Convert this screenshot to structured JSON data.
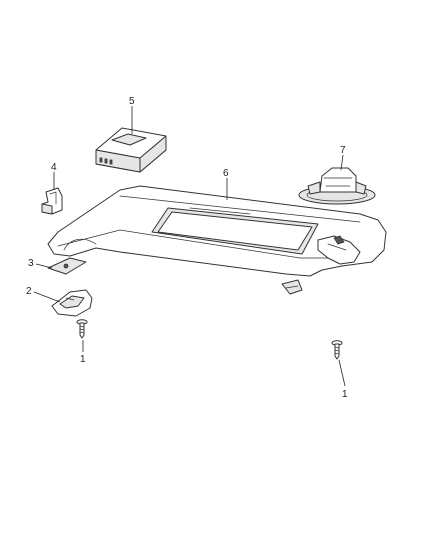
{
  "callouts": [
    {
      "id": "c1a",
      "label": "1"
    },
    {
      "id": "c1b",
      "label": "1"
    },
    {
      "id": "c2",
      "label": "2"
    },
    {
      "id": "c3",
      "label": "3"
    },
    {
      "id": "c4",
      "label": "4"
    },
    {
      "id": "c5",
      "label": "5"
    },
    {
      "id": "c6",
      "label": "6"
    },
    {
      "id": "c7",
      "label": "7"
    }
  ]
}
